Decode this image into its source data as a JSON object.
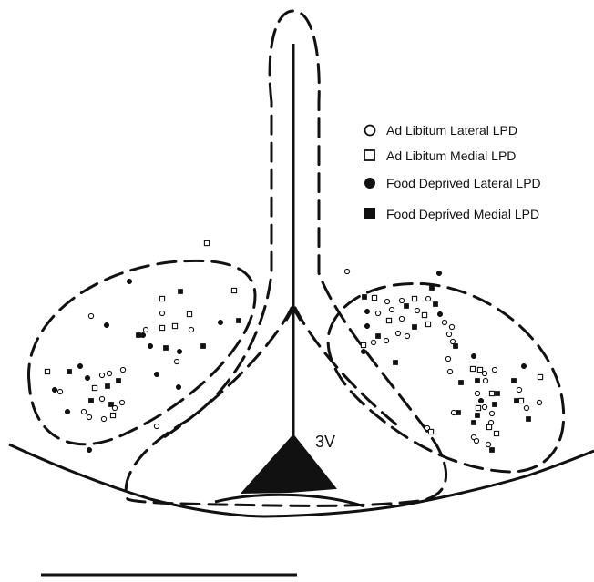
{
  "legend": {
    "ad_lib_lateral": "Ad Libitum Lateral LPD",
    "ad_lib_medial": "Ad Libitum Medial LPD",
    "food_dep_lateral": "Food Deprived Lateral LPD",
    "food_dep_medial": "Food Deprived Medial LPD"
  },
  "ventricle_label": "3V",
  "colors": {
    "ink": "#111111",
    "background": "#ffffff"
  }
}
